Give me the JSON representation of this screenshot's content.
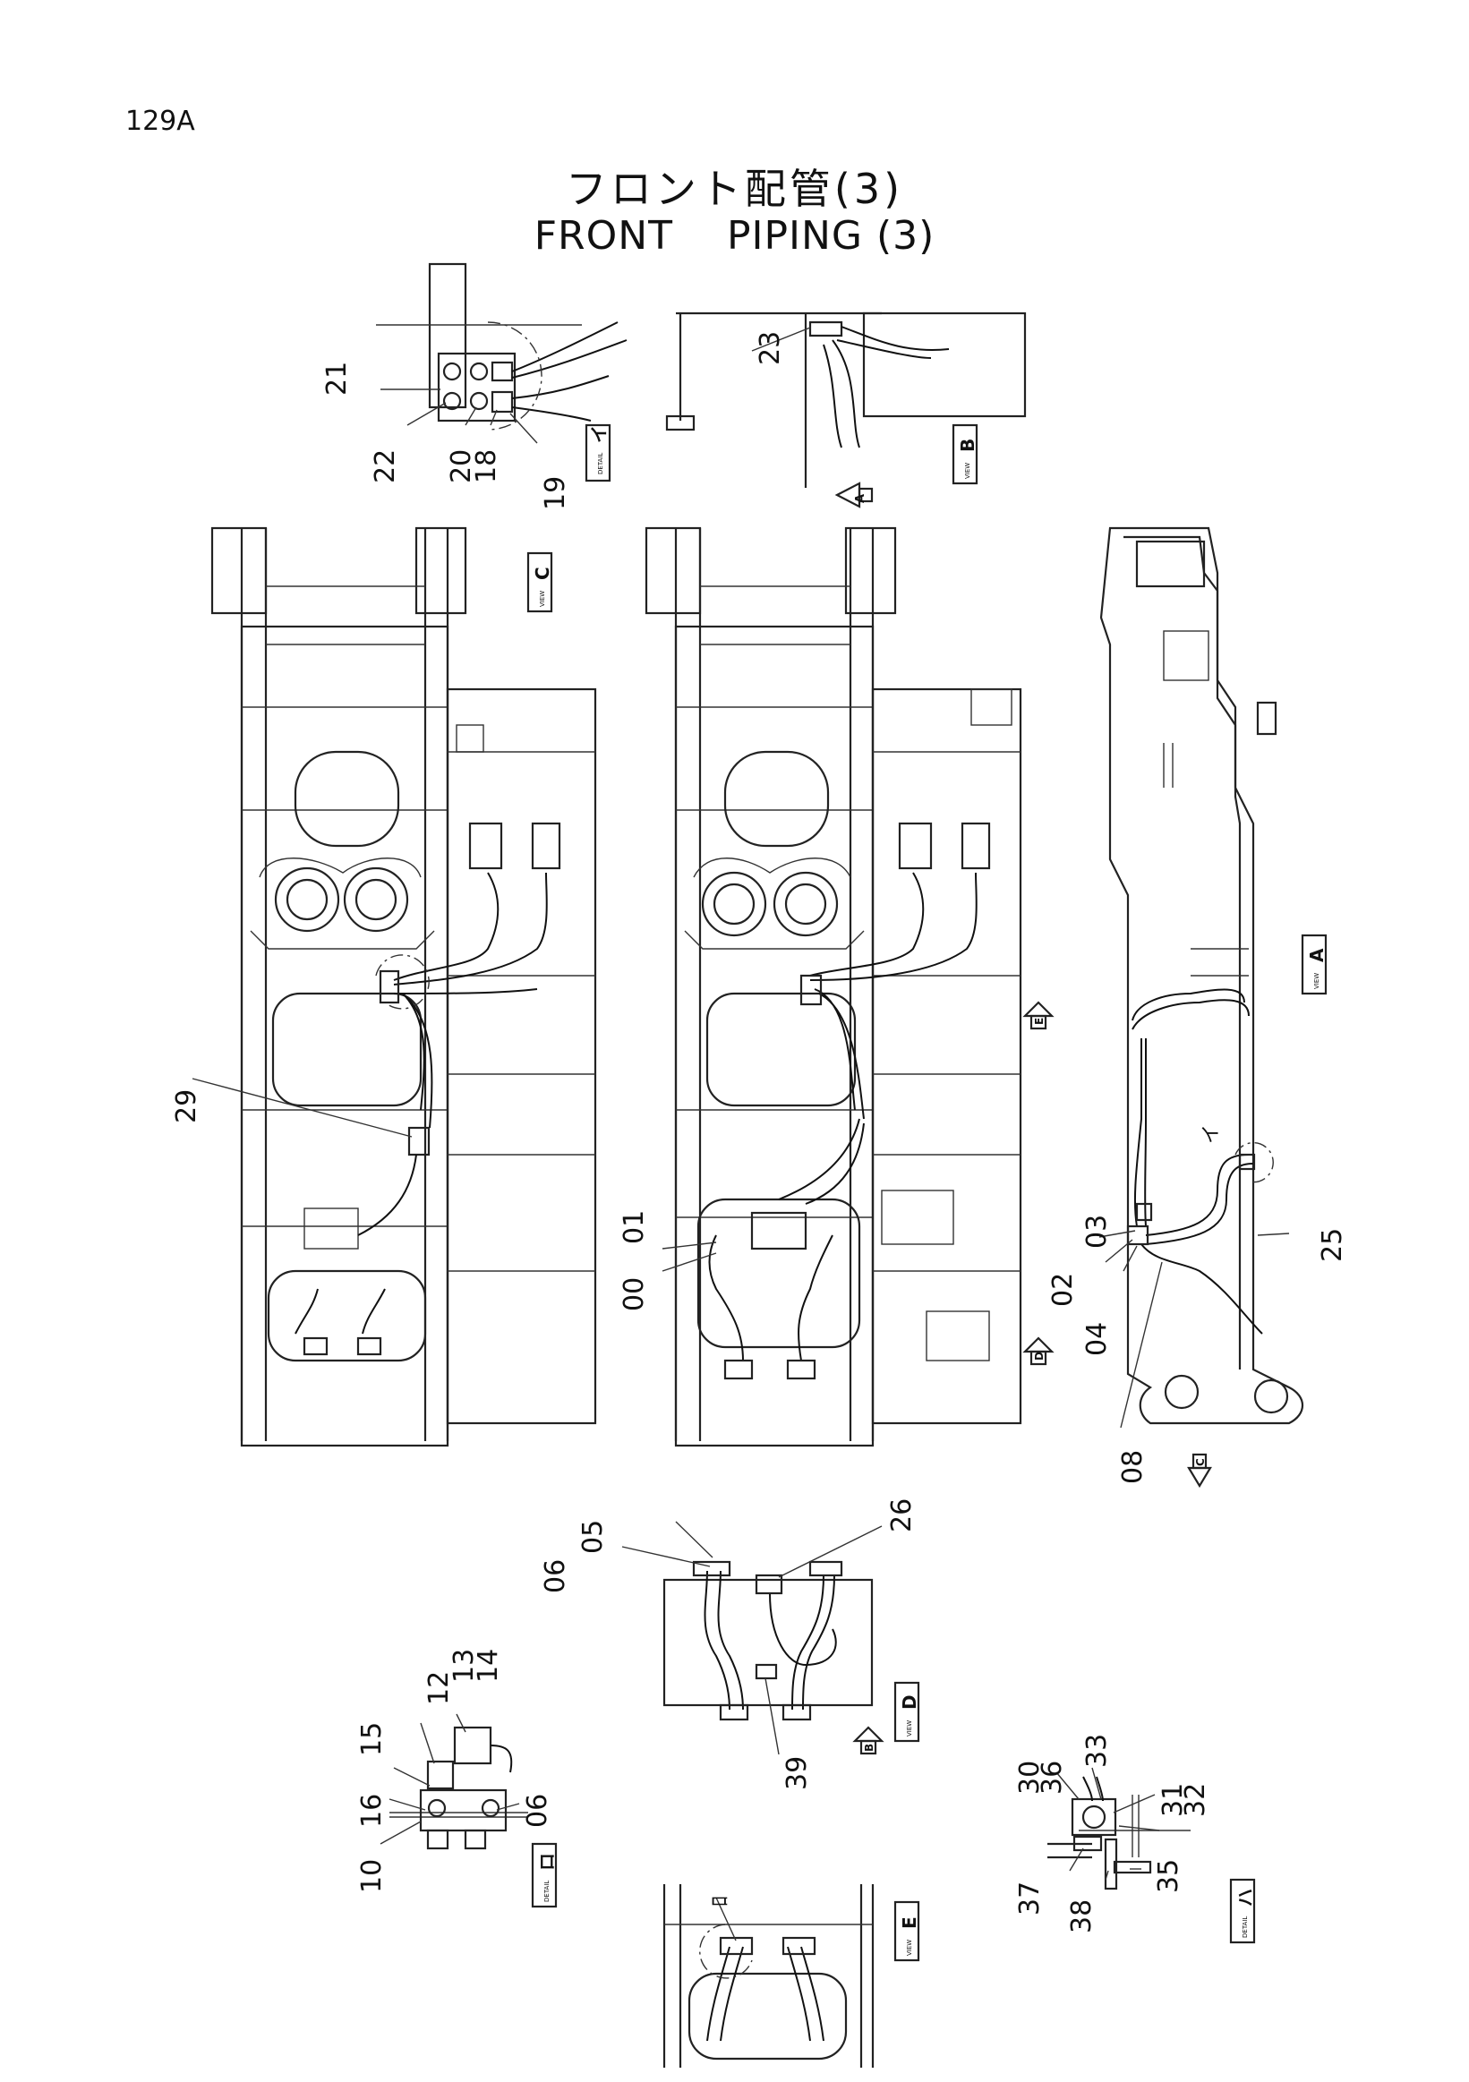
{
  "page_number": "129A",
  "title_jp": "フロント配管(3)",
  "title_en": "FRONT    PIPING (3)",
  "view_labels": {
    "detail_i": "イ",
    "view_b": "B",
    "view_c": "C",
    "view_a": "A",
    "view_d": "D",
    "view_e": "E",
    "detail_ro": "ロ",
    "detail_ha": "ハ",
    "arrow_a": "A",
    "arrow_b": "B",
    "arrow_c": "C",
    "arrow_d": "D",
    "arrow_e": "E"
  },
  "tag_words": {
    "view": "VIEW",
    "detail": "DETAIL"
  },
  "part_callouts": {
    "p21": "21",
    "p22": "22",
    "p20": "20",
    "p18": "18",
    "p19": "19",
    "p23": "23",
    "p29": "29",
    "p00": "00",
    "p01": "01",
    "p03": "03",
    "p02": "02",
    "p04": "04",
    "p25": "25",
    "p08": "08",
    "pi_label": "イ",
    "p05": "05",
    "p06a": "06",
    "p26": "26",
    "p39": "39",
    "p12": "12",
    "p13": "13",
    "p14": "14",
    "p15": "15",
    "p16": "16",
    "p10": "10",
    "p06b": "06",
    "p30": "30",
    "p36": "36",
    "p33": "33",
    "p31": "31",
    "p32": "32",
    "p35": "35",
    "p37": "37",
    "p38": "38",
    "pe_label": "ﾛ"
  }
}
